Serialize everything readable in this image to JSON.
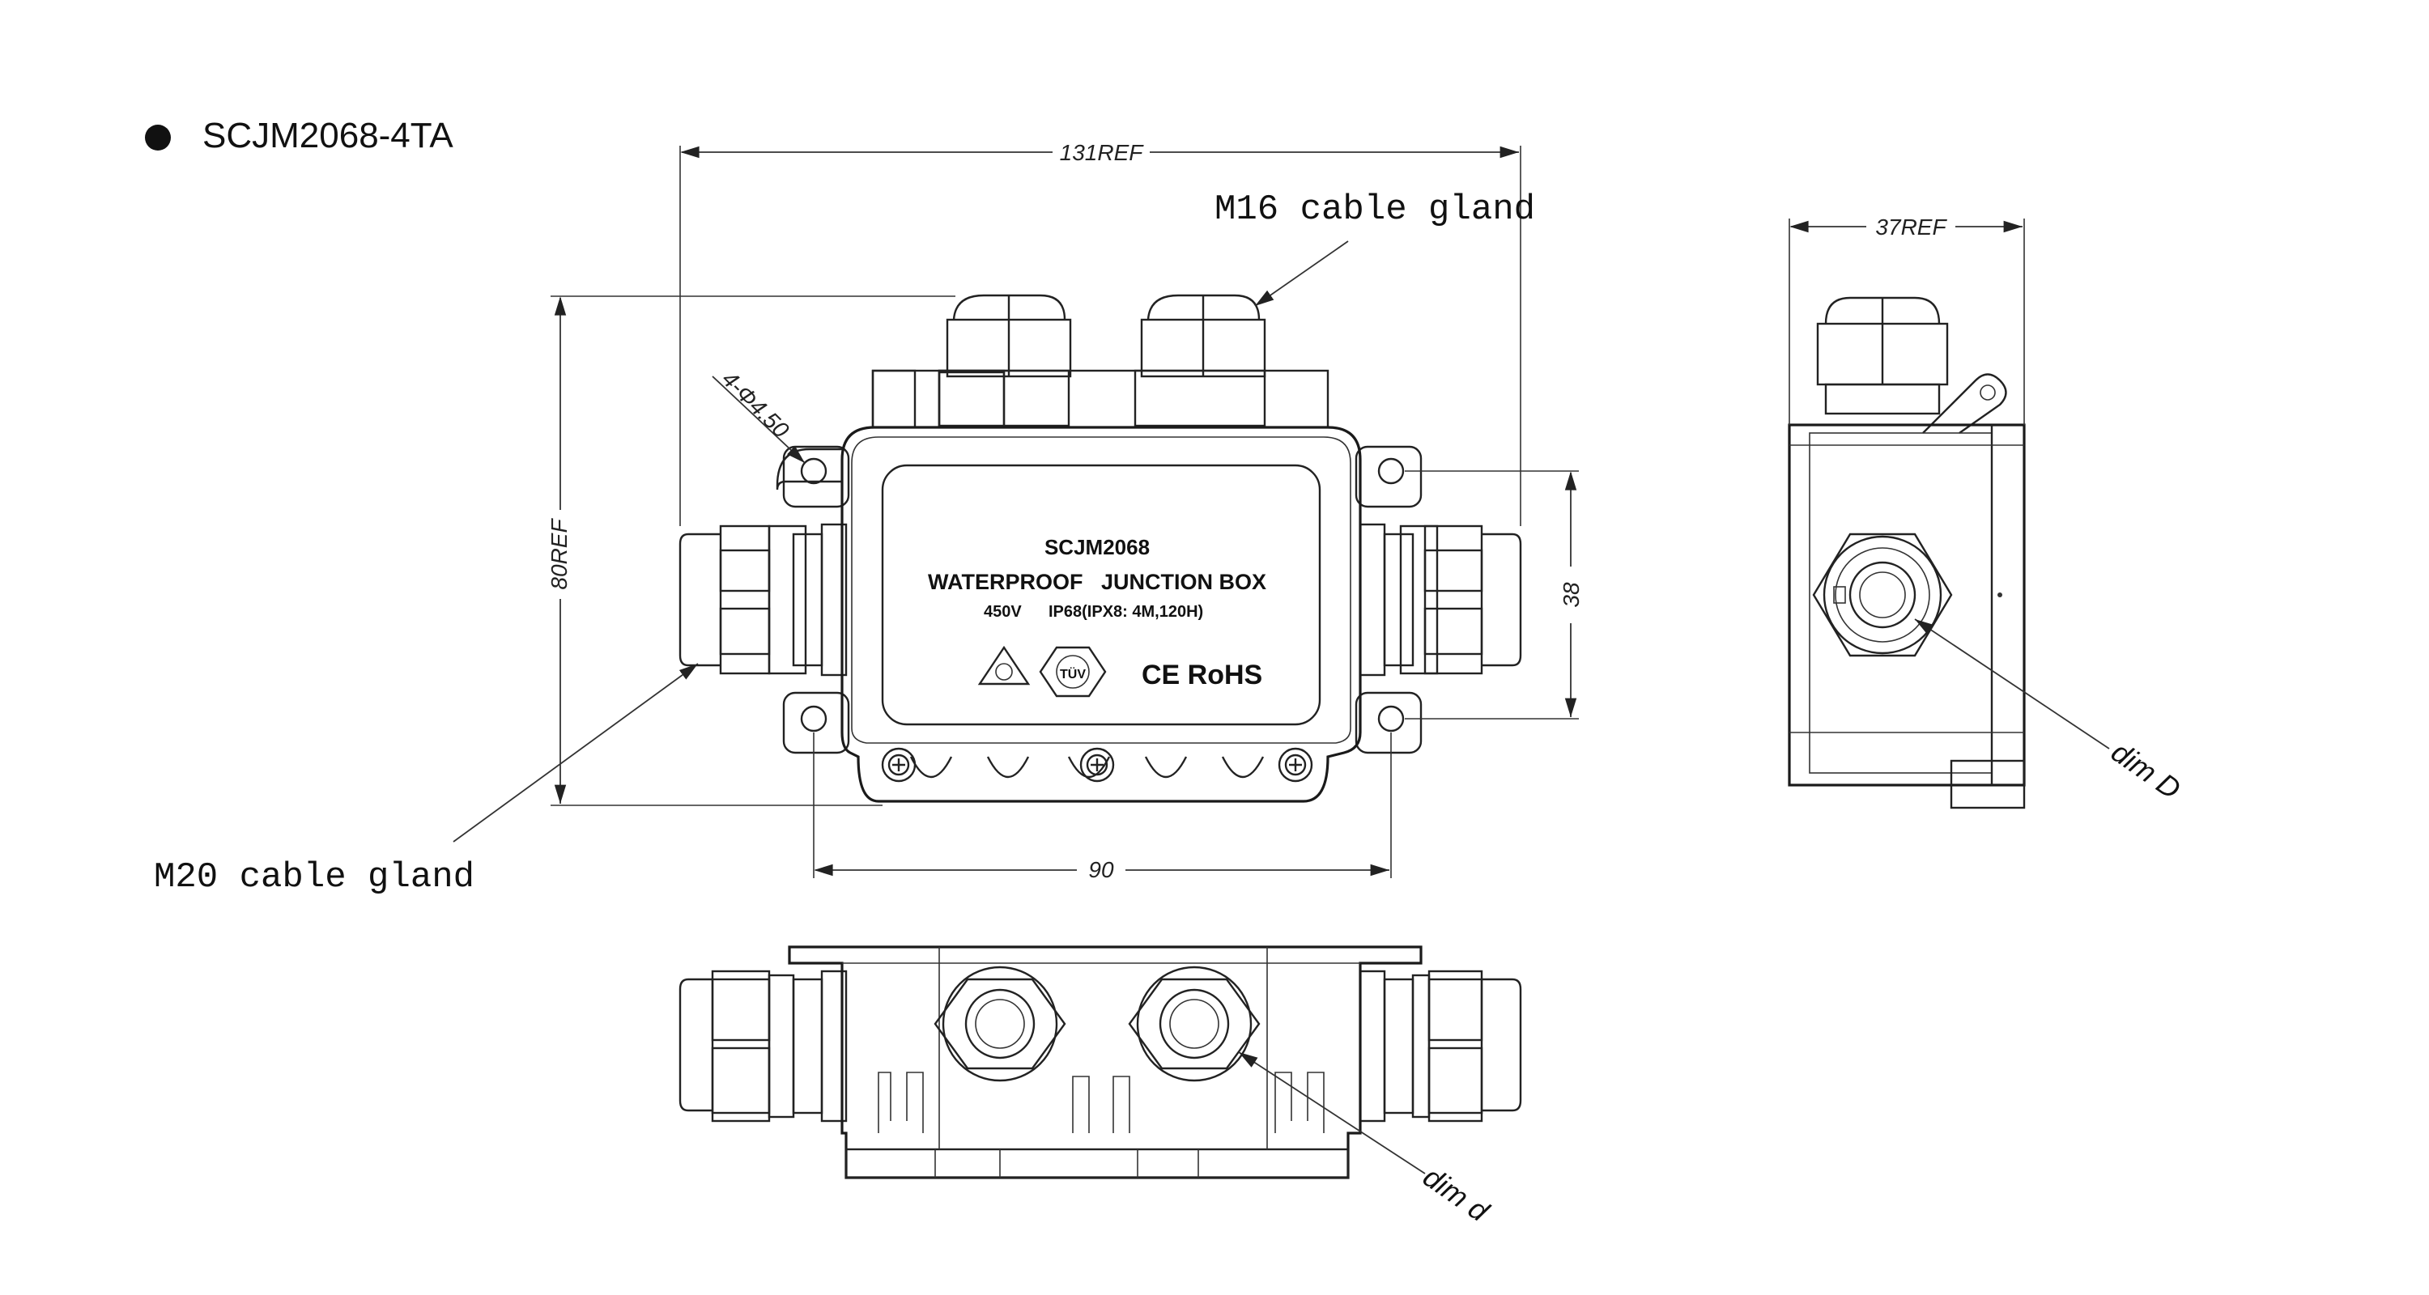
{
  "title": "SCJM2068-4TA",
  "callouts": {
    "m16": "M16 cable gland",
    "m20": "M20 cable gland",
    "dim_D": "dim D",
    "dim_d": "dim d"
  },
  "dimensions": {
    "overall_width": "131REF",
    "overall_height": "80REF",
    "hole_spacing_v": "38",
    "hole_spacing_h": "90",
    "holes": "4-Φ4.50",
    "depth": "37REF"
  },
  "label_plate": {
    "model": "SCJM2068",
    "line1": "WATERPROOF   JUNCTION BOX",
    "voltage": "450V",
    "rating": "IP68(IPX8: 4M,120H)",
    "tuv": "TÜV",
    "marks": "CE RoHS"
  },
  "colors": {
    "line": "#222222",
    "background": "#ffffff"
  }
}
